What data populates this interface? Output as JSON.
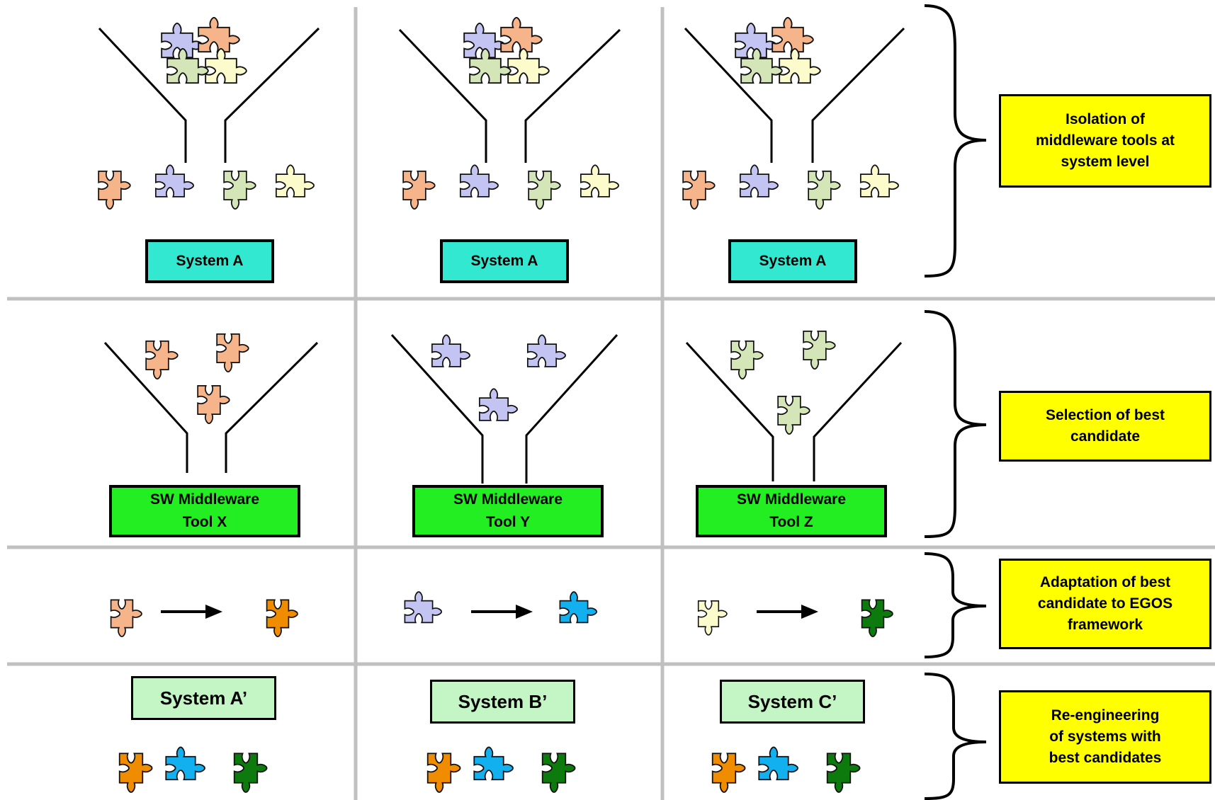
{
  "colors": {
    "grid_lines": "#c0c0c0",
    "system_box": "#33e8d0",
    "middleware_box": "#22ee22",
    "reengineered_system_box": "#c4f5c4",
    "step_note": "#ffff00",
    "piece_orange": "#f5b48a",
    "piece_blue": "#c4c4f2",
    "piece_green": "#d4e6b8",
    "piece_yellow": "#fbfbcc",
    "adapted_orange": "#f08c00",
    "adapted_blue": "#13b0f0",
    "adapted_green": "#0c7a0c"
  },
  "row1": {
    "systems": [
      "System A",
      "System A",
      "System A"
    ]
  },
  "row2": {
    "tools": [
      "SW Middleware\nTool X",
      "SW Middleware\nTool Y",
      "SW Middleware\nTool Z"
    ]
  },
  "row4": {
    "systems": [
      "System A’",
      "System B’",
      "System C’"
    ]
  },
  "steps": [
    "Isolation of\nmiddleware tools at\nsystem level",
    "Selection of best\ncandidate",
    "Adaptation of best\ncandidate to EGOS\nframework",
    "Re-engineering\nof systems with\nbest candidates"
  ]
}
